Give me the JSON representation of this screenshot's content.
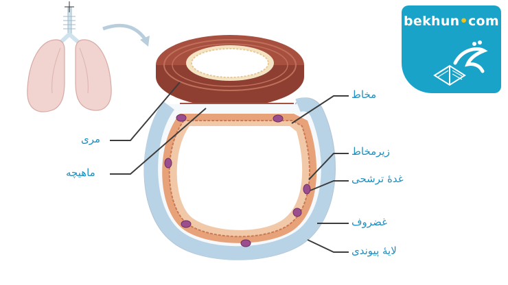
{
  "labels": {
    "mucosa": "مخاط",
    "submucosa": "زیرمخاط",
    "gland": "غدهٔ ترشحی",
    "cartilage": "غضروف",
    "connective": "لایهٔ پیوندی",
    "esophagus": "مری",
    "muscle": "ماهیچه"
  },
  "watermark": {
    "name": "bekhun",
    "dot": "•",
    "suffix": "com"
  },
  "colors": {
    "label": "#1d8fc1",
    "badge": "#1aa3c9",
    "cartilage": "#b9d3e6",
    "tissue": "#e8a27a",
    "muscle": "#a8503f",
    "gland": "#9b4e8e"
  }
}
